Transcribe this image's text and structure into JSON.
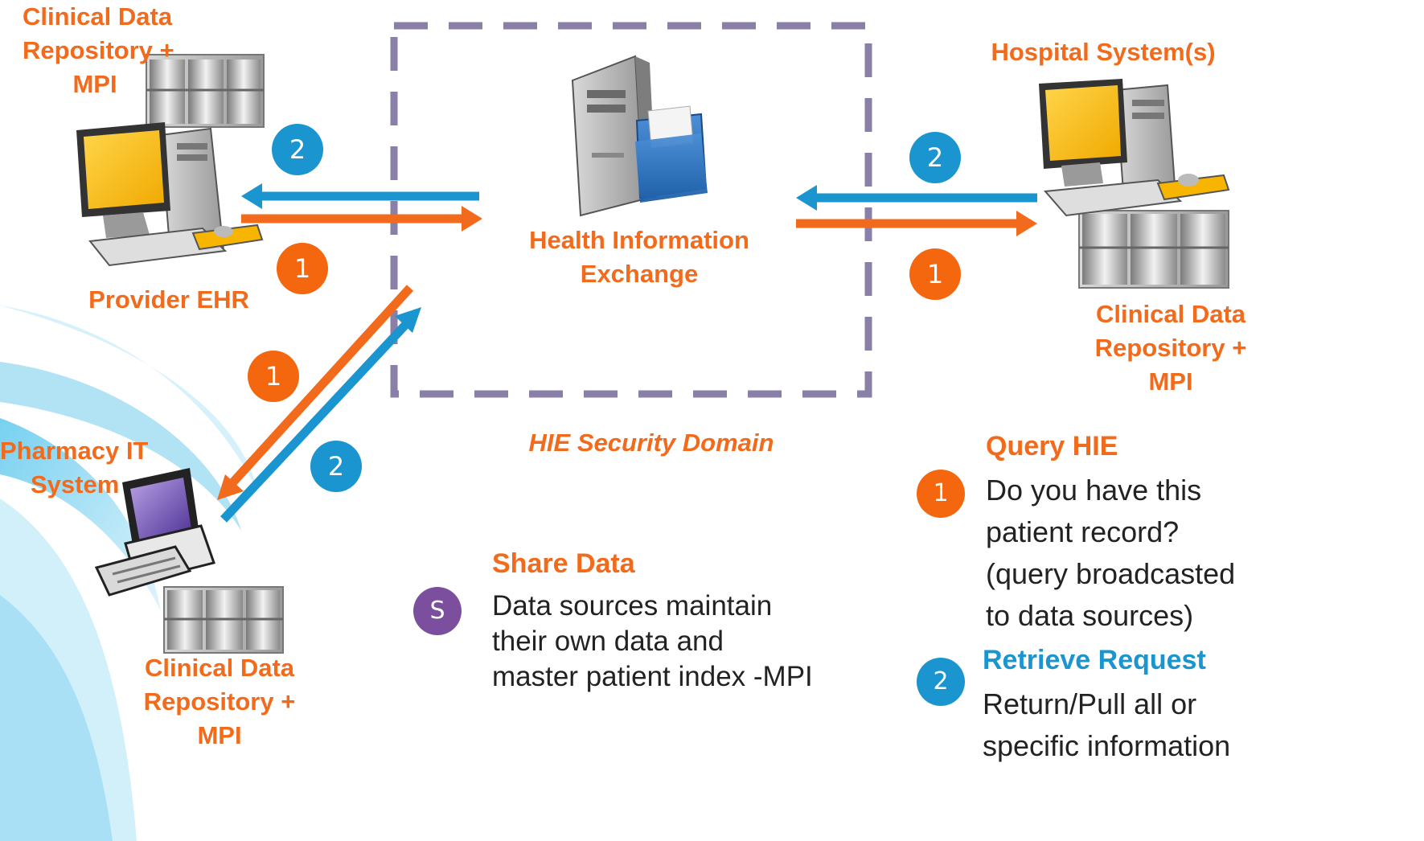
{
  "labels": {
    "cdr_top_left": [
      "Clinical Data",
      "Repository +",
      "MPI"
    ],
    "provider_ehr": "Provider EHR",
    "hie": [
      "Health Information",
      "Exchange"
    ],
    "hie_domain": "HIE Security Domain",
    "hospital": "Hospital System(s)",
    "cdr_right": [
      "Clinical Data",
      "Repository +",
      "MPI"
    ],
    "pharmacy": [
      "Pharmacy IT",
      "System"
    ],
    "cdr_bottom": [
      "Clinical Data",
      "Repository +",
      "MPI"
    ]
  },
  "badges": {
    "one": "1",
    "two": "2",
    "share": "S"
  },
  "legend": {
    "share": {
      "title": "Share Data",
      "lines": [
        "Data sources maintain",
        "their own data and",
        "master patient index -MPI"
      ]
    },
    "query": {
      "title": "Query HIE",
      "lines": [
        "Do you have this",
        "patient record?",
        "(query broadcasted",
        "to data sources)"
      ]
    },
    "retrieve": {
      "title": "Retrieve Request",
      "lines": [
        "Return/Pull all or",
        "specific information"
      ]
    }
  },
  "colors": {
    "orange": "#f26a1b",
    "blue": "#1b95d0",
    "purple": "#7b4f9e",
    "dash": "#8a7fa6"
  }
}
